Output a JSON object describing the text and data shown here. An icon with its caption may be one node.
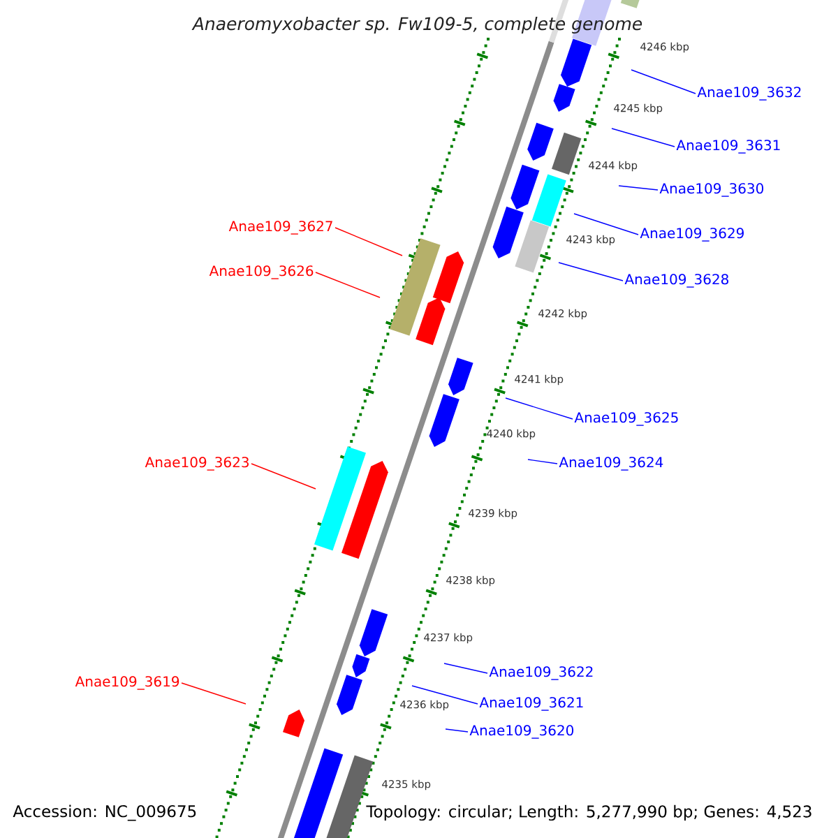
{
  "diagram": {
    "title": "Anaeromyxobacter sp. Fw109-5, complete genome",
    "nodes": [
      {
        "text": [
          "Anae109_3632"
        ]
      },
      {
        "text": [
          "Anae109_3631"
        ]
      },
      {
        "text": [
          "Anae109_3630"
        ]
      },
      {
        "text": [
          "Anae109_3627"
        ]
      },
      {
        "text": [
          "Anae109_3629"
        ]
      },
      {
        "text": [
          "Anae109_3626"
        ]
      },
      {
        "text": [
          "Anae109_3628"
        ]
      },
      {
        "text": [
          "Anae109_3625"
        ]
      },
      {
        "text": [
          "Anae109_3623"
        ]
      },
      {
        "text": [
          "Anae109_3624"
        ]
      },
      {
        "text": [
          "Anae109_3622"
        ]
      },
      {
        "text": [
          "Anae109_3619"
        ]
      },
      {
        "text": [
          "Anae109_3621"
        ]
      },
      {
        "text": [
          "Anae109_3620"
        ]
      }
    ],
    "edges": [
      {
        "from": 0,
        "to": null,
        "arrow": "none"
      },
      {
        "from": 1,
        "to": null,
        "arrow": "none"
      },
      {
        "from": 2,
        "to": null,
        "arrow": "none"
      },
      {
        "from": 3,
        "to": null,
        "arrow": "none",
        "color": "#ff0000"
      },
      {
        "from": 4,
        "to": null,
        "arrow": "none"
      },
      {
        "from": 5,
        "to": null,
        "arrow": "none",
        "color": "#ff0000"
      },
      {
        "from": 6,
        "to": null,
        "arrow": "none"
      },
      {
        "from": 7,
        "to": null,
        "arrow": "none"
      },
      {
        "from": 8,
        "to": null,
        "arrow": "none",
        "color": "#ff0000"
      },
      {
        "from": 9,
        "to": null,
        "arrow": "none"
      },
      {
        "from": 10,
        "to": null,
        "arrow": "none"
      },
      {
        "from": 11,
        "to": null,
        "arrow": "none",
        "color": "#ff0000"
      },
      {
        "from": 12,
        "to": null,
        "arrow": "none"
      },
      {
        "from": 13,
        "to": null,
        "arrow": "none"
      }
    ],
    "labels": [
      "4246 kbp",
      "4245 kbp",
      "4244 kbp",
      "4243 kbp",
      "4242 kbp",
      "4241 kbp",
      "4240 kbp",
      "4239 kbp",
      "4238 kbp",
      "4237 kbp",
      "4236 kbp",
      "4235 kbp",
      "Accession: NC_009675",
      "Topology: circular; Length: 5,277,990 bp; Genes: 4,523"
    ]
  }
}
